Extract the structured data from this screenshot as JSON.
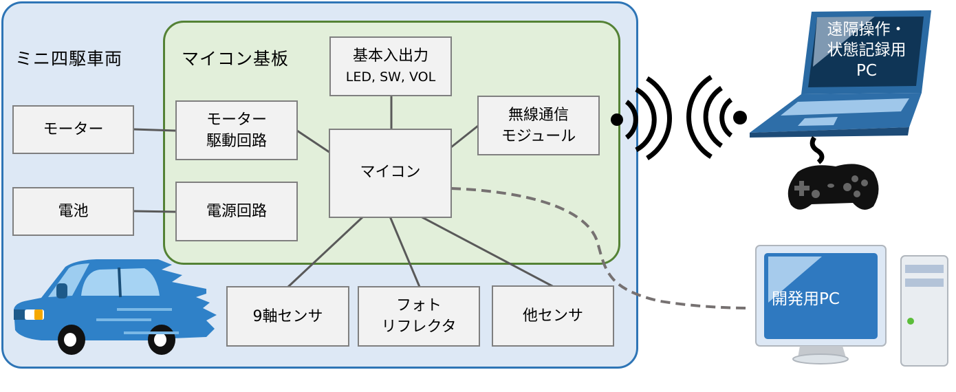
{
  "diagram": {
    "vehicle_group": {
      "title": "ミニ四駆車両"
    },
    "board_group": {
      "title": "マイコン基板"
    },
    "blocks": {
      "motor": {
        "label": "モーター"
      },
      "battery": {
        "label": "電池"
      },
      "motor_driver": {
        "line1": "モーター",
        "line2": "駆動回路"
      },
      "power_circuit": {
        "label": "電源回路"
      },
      "basic_io": {
        "line1": "基本入出力",
        "line2": "LED, SW, VOL"
      },
      "mcu": {
        "label": "マイコン"
      },
      "wireless": {
        "line1": "無線通信",
        "line2": "モジュール"
      },
      "imu": {
        "label": "9軸センサ"
      },
      "photo_reflector": {
        "line1": "フォト",
        "line2": "リフレクタ"
      },
      "other_sensors": {
        "label": "他センサ"
      }
    },
    "remote_pc": {
      "line1": "遠隔操作・",
      "line2": "状態記録用",
      "line3": "PC"
    },
    "dev_pc": {
      "label": "開発用PC"
    },
    "colors": {
      "vehicle_fill": "#dde8f5",
      "vehicle_border": "#2e75b6",
      "board_fill": "#e2efda",
      "board_border": "#548235",
      "block_fill": "#f2f2f2",
      "block_border": "#7f7f7f",
      "connector": "#595959",
      "dashed_link": "#767171"
    }
  }
}
